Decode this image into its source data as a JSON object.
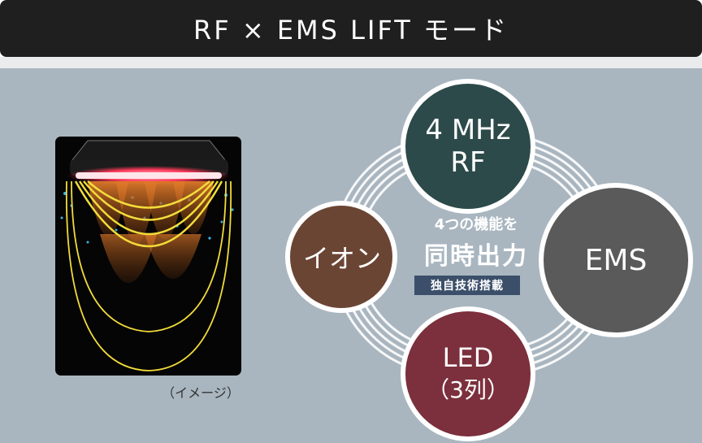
{
  "header": {
    "title": "RF × EMS LIFT モード"
  },
  "image": {
    "caption": "（イメージ）"
  },
  "diagram": {
    "center": {
      "line1": "4つの機能を",
      "line2": "同時出力",
      "badge": "独自技術搭載"
    },
    "nodes": {
      "top": {
        "line1": "4 MHz",
        "line2": "RF",
        "color": "#2d4a4a"
      },
      "right": {
        "line1": "EMS",
        "color": "#5a5a5a"
      },
      "left": {
        "line1": "イオン",
        "color": "#6b4534"
      },
      "bottom": {
        "line1": "LED",
        "line2": "（3列）",
        "color": "#7c2f3c"
      }
    }
  }
}
